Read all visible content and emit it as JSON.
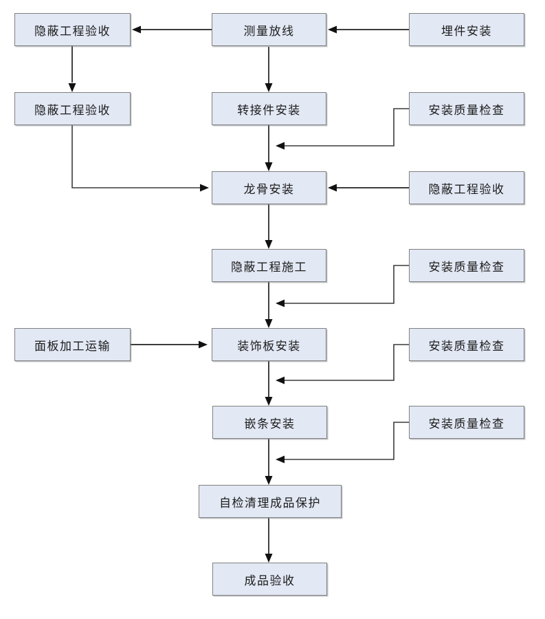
{
  "diagram": {
    "type": "flowchart",
    "colors": {
      "node_fill": "#e2e8f4",
      "node_border": "#7f7f7f",
      "line": "#1f1f1f",
      "arrowhead": "#111111",
      "background": "#ffffff",
      "text": "#1c1c1c"
    },
    "nodes": [
      {
        "id": "hidden-acceptance-top-left",
        "label": "隐蔽工程验收"
      },
      {
        "id": "measure-layout",
        "label": "测量放线"
      },
      {
        "id": "embed-install",
        "label": "埋件安装"
      },
      {
        "id": "hidden-acceptance-left-2",
        "label": "隐蔽工程验收"
      },
      {
        "id": "adapter-install",
        "label": "转接件安装"
      },
      {
        "id": "quality-check-1",
        "label": "安装质量检查"
      },
      {
        "id": "keel-install",
        "label": "龙骨安装"
      },
      {
        "id": "hidden-acceptance-right",
        "label": "隐蔽工程验收"
      },
      {
        "id": "hidden-construction",
        "label": "隐蔽工程施工"
      },
      {
        "id": "panel-transport",
        "label": "面板加工运输"
      },
      {
        "id": "decor-panel-install",
        "label": "装饰板安装"
      },
      {
        "id": "quality-check-2",
        "label": "安装质量检查"
      },
      {
        "id": "quality-check-3",
        "label": "安装质量检查"
      },
      {
        "id": "trim-install",
        "label": "嵌条安装"
      },
      {
        "id": "quality-check-4",
        "label": "安装质量检查"
      },
      {
        "id": "self-check-protect",
        "label": "自检清理成品保护"
      },
      {
        "id": "finished-acceptance",
        "label": "成品验收"
      }
    ],
    "edges": [
      {
        "from": "measure-layout",
        "to": "hidden-acceptance-top-left"
      },
      {
        "from": "embed-install",
        "to": "measure-layout"
      },
      {
        "from": "hidden-acceptance-top-left",
        "to": "hidden-acceptance-left-2"
      },
      {
        "from": "measure-layout",
        "to": "adapter-install"
      },
      {
        "from": "quality-check-1",
        "to": "keel-install"
      },
      {
        "from": "adapter-install",
        "to": "keel-install"
      },
      {
        "from": "hidden-acceptance-left-2",
        "to": "keel-install"
      },
      {
        "from": "hidden-acceptance-right",
        "to": "keel-install"
      },
      {
        "from": "keel-install",
        "to": "hidden-construction"
      },
      {
        "from": "quality-check-2",
        "to": "decor-panel-install"
      },
      {
        "from": "hidden-construction",
        "to": "decor-panel-install"
      },
      {
        "from": "panel-transport",
        "to": "decor-panel-install"
      },
      {
        "from": "quality-check-3",
        "to": "trim-install"
      },
      {
        "from": "decor-panel-install",
        "to": "trim-install"
      },
      {
        "from": "quality-check-4",
        "to": "self-check-protect"
      },
      {
        "from": "trim-install",
        "to": "self-check-protect"
      },
      {
        "from": "self-check-protect",
        "to": "finished-acceptance"
      }
    ]
  }
}
